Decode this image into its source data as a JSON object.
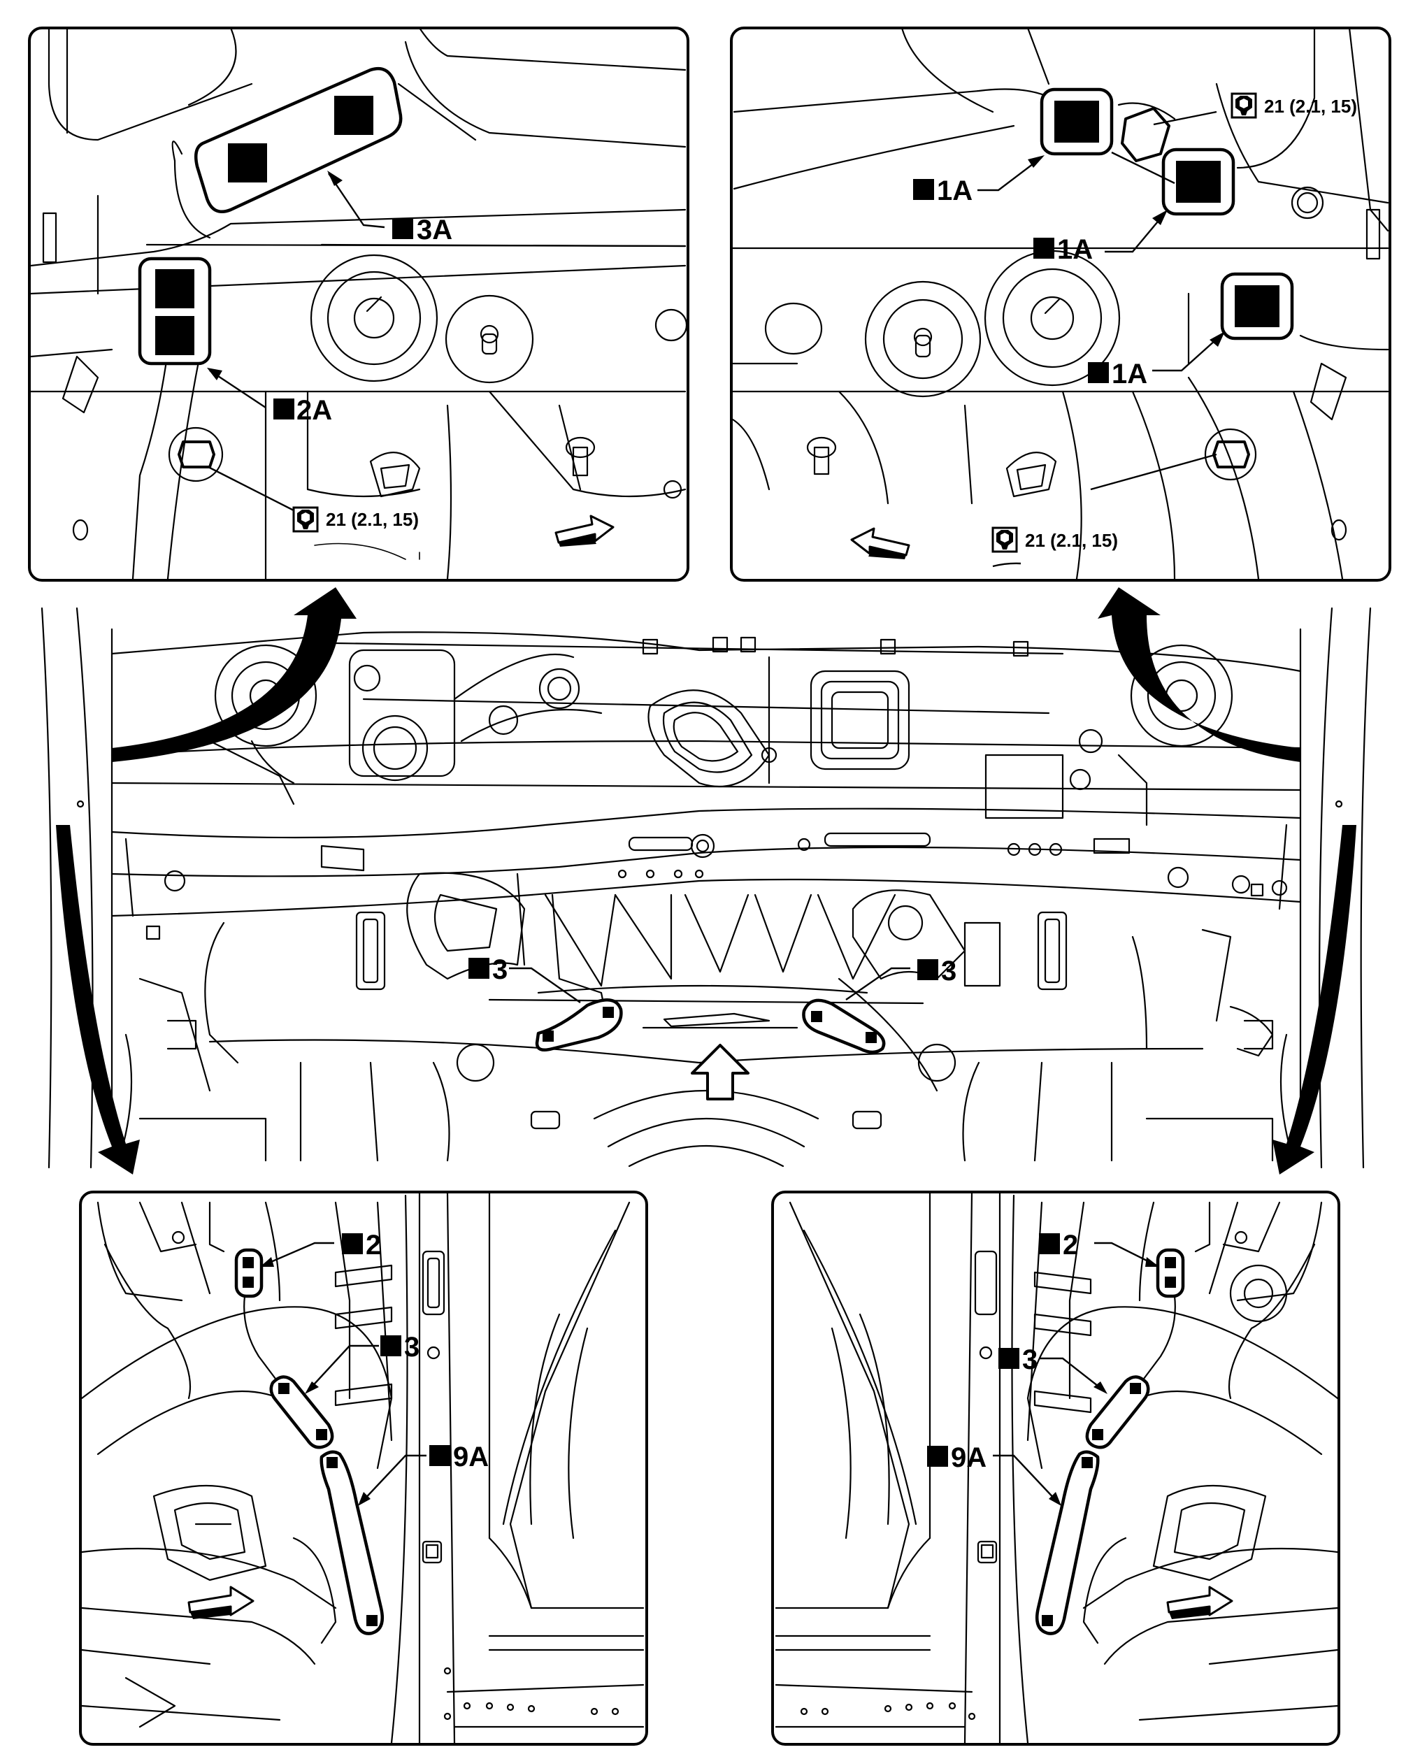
{
  "labels": {
    "tl_3a": "3A",
    "tl_2a": "2A",
    "tl_torque": "21 (2.1, 15)",
    "tr_torque_top": "21 (2.1, 15)",
    "tr_1a_a": "1A",
    "tr_1a_b": "1A",
    "tr_1a_c": "1A",
    "tr_torque_bottom": "21 (2.1, 15)",
    "mid_3_left": "3",
    "mid_3_right": "3",
    "bl_2": "2",
    "bl_3": "3",
    "bl_9a": "9A",
    "br_2": "2",
    "br_3": "3",
    "br_9a": "9A"
  },
  "icons": {
    "weld_point": "filled-square-icon",
    "torque": "wrench-nut-icon",
    "direction": "outline-arrow-icon",
    "zoom_arrow": "curved-callout-arrow-icon"
  }
}
